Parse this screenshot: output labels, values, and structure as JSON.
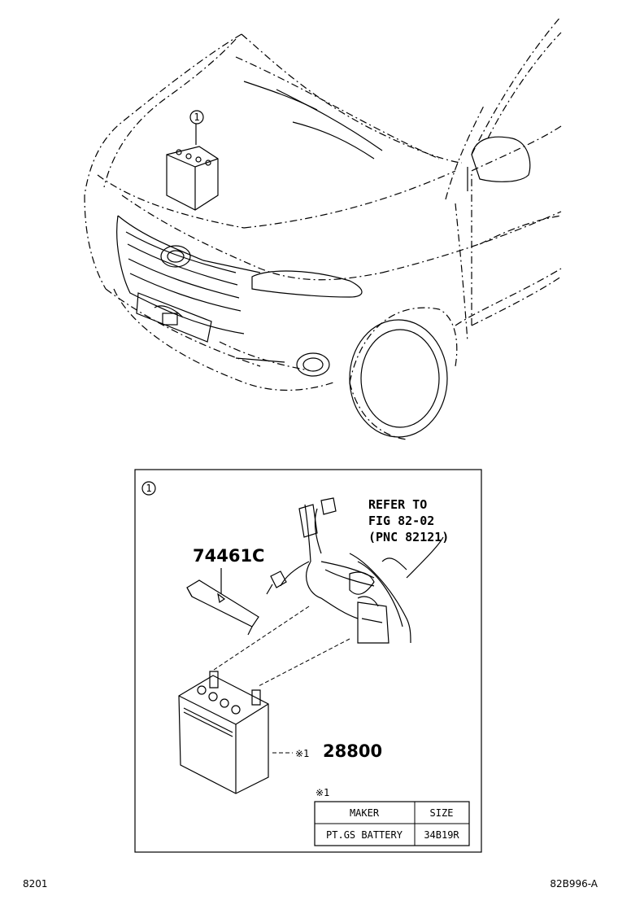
{
  "callouts": {
    "main_circle": "1",
    "detail_circle": "1"
  },
  "parts": {
    "cover": "74461C",
    "battery": "28800",
    "battery_mark": "※1"
  },
  "refer": {
    "line1": "REFER TO",
    "line2": "FIG 82-02",
    "line3": "(PNC 82121)"
  },
  "spec_table": {
    "note_mark": "※1",
    "headers": [
      "MAKER",
      "SIZE"
    ],
    "rows": [
      [
        "PT.GS BATTERY",
        "34B19R"
      ]
    ]
  },
  "footer": {
    "left": "8201",
    "right": "82B996-A"
  }
}
